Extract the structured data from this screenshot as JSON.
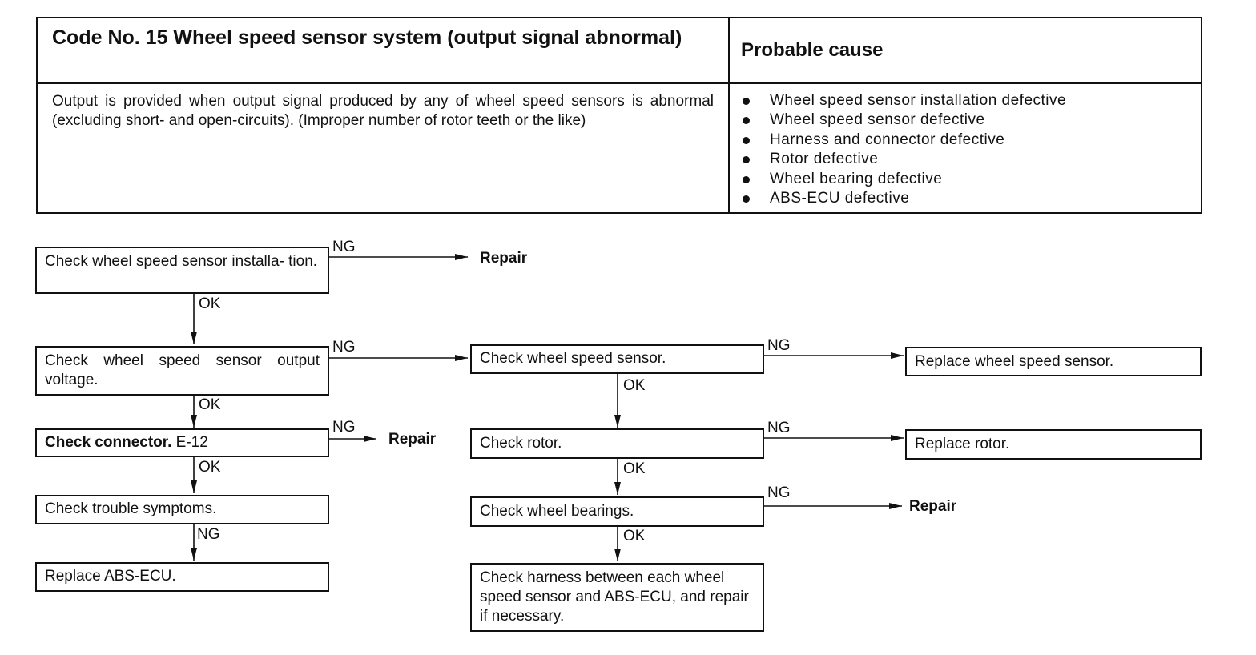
{
  "header": {
    "code_title": "Code No. 15 Wheel speed sensor system (output signal abnormal)",
    "cause_title": "Probable cause",
    "description": "Output is provided when output signal produced by any of wheel speed sensors is abnormal (excluding short- and open-circuits). (Improper number of rotor teeth or the like)",
    "causes": [
      "Wheel speed sensor installation defective",
      "Wheel speed sensor defective",
      "Harness and connector defective",
      "Rotor defective",
      "Wheel bearing defective",
      "ABS-ECU defective"
    ]
  },
  "flow": {
    "boxes": {
      "check_install": "Check wheel speed sensor installa- tion.",
      "check_output_voltage": "Check wheel speed sensor output voltage.",
      "check_connector_bold": "Check connector.",
      "check_connector_code": "E-12",
      "check_trouble": "Check trouble symptoms.",
      "replace_ecu": "Replace ABS-ECU.",
      "check_sensor": "Check wheel speed sensor.",
      "check_rotor": "Check rotor.",
      "check_bearings": "Check wheel bearings.",
      "check_harness": "Check harness between each wheel speed sensor and ABS-ECU, and repair if necessary.",
      "replace_sensor": "Replace wheel speed sensor.",
      "replace_rotor": "Replace rotor."
    },
    "labels": {
      "ng": "NG",
      "ok": "OK",
      "repair": "Repair"
    }
  }
}
